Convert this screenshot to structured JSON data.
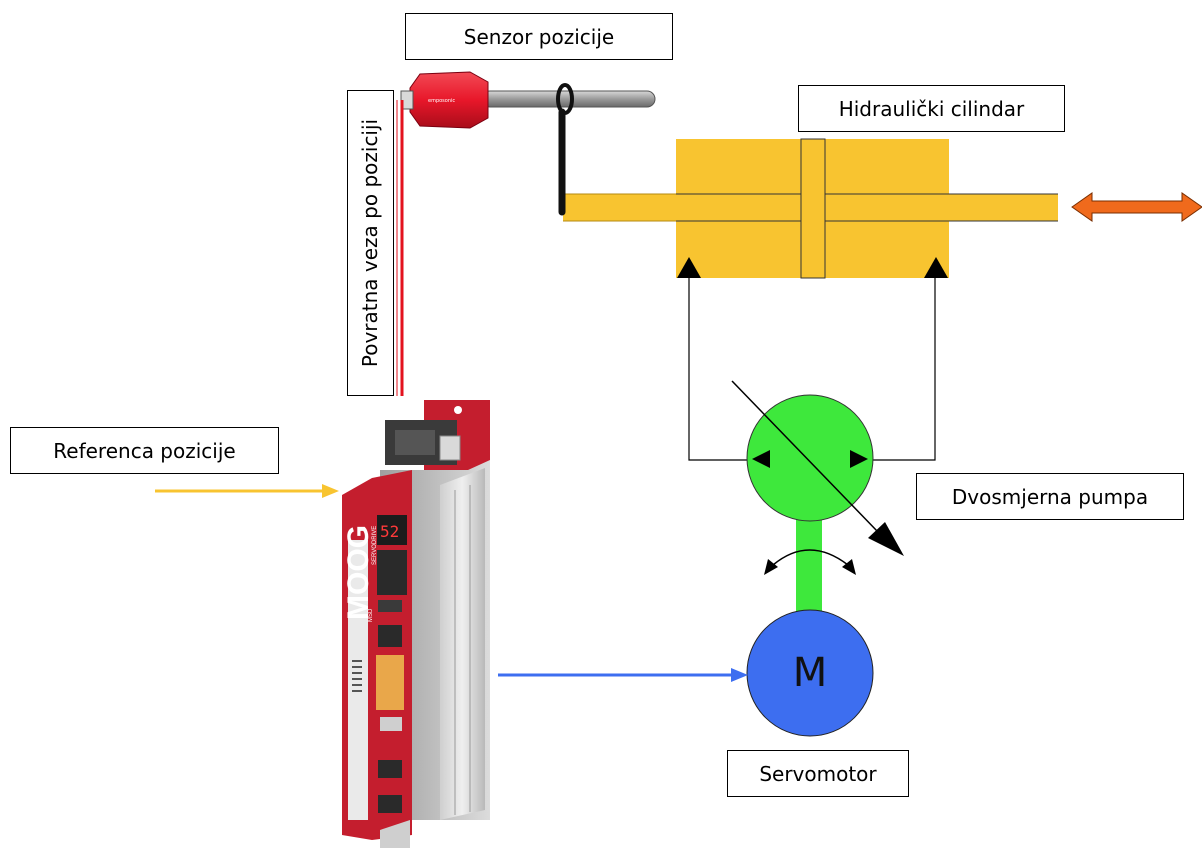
{
  "labels": {
    "position_sensor": "Senzor pozicije",
    "hydraulic_cylinder": "Hidraulički cilindar",
    "position_reference": "Referenca pozicije",
    "bidirectional_pump": "Dvosmjerna pumpa",
    "servomotor": "Servomotor",
    "position_feedback": "Povratna veza po poziciji"
  },
  "motor_symbol": "M",
  "drive": {
    "brand": "MOOG",
    "product_line": "SERVODRIVE",
    "model": "MSD",
    "display_value": "52"
  },
  "colors": {
    "cylinder": "#f8c430",
    "pump": "#3ee83c",
    "motor": "#3d6ef0",
    "shaft": "#3ee83c",
    "reference_arrow": "#f8c430",
    "motor_signal_arrow": "#3d6ef0",
    "feedback_line": "#e3121e",
    "sensor_body": "#e8172a",
    "motion_arrow": "#f06a1c",
    "drive_accent": "#c41e2e"
  },
  "icons": {
    "motion": "double-headed-arrow-icon",
    "rotation": "curved-rotation-arrow-icon",
    "variable": "variable-displacement-arrow-icon"
  }
}
